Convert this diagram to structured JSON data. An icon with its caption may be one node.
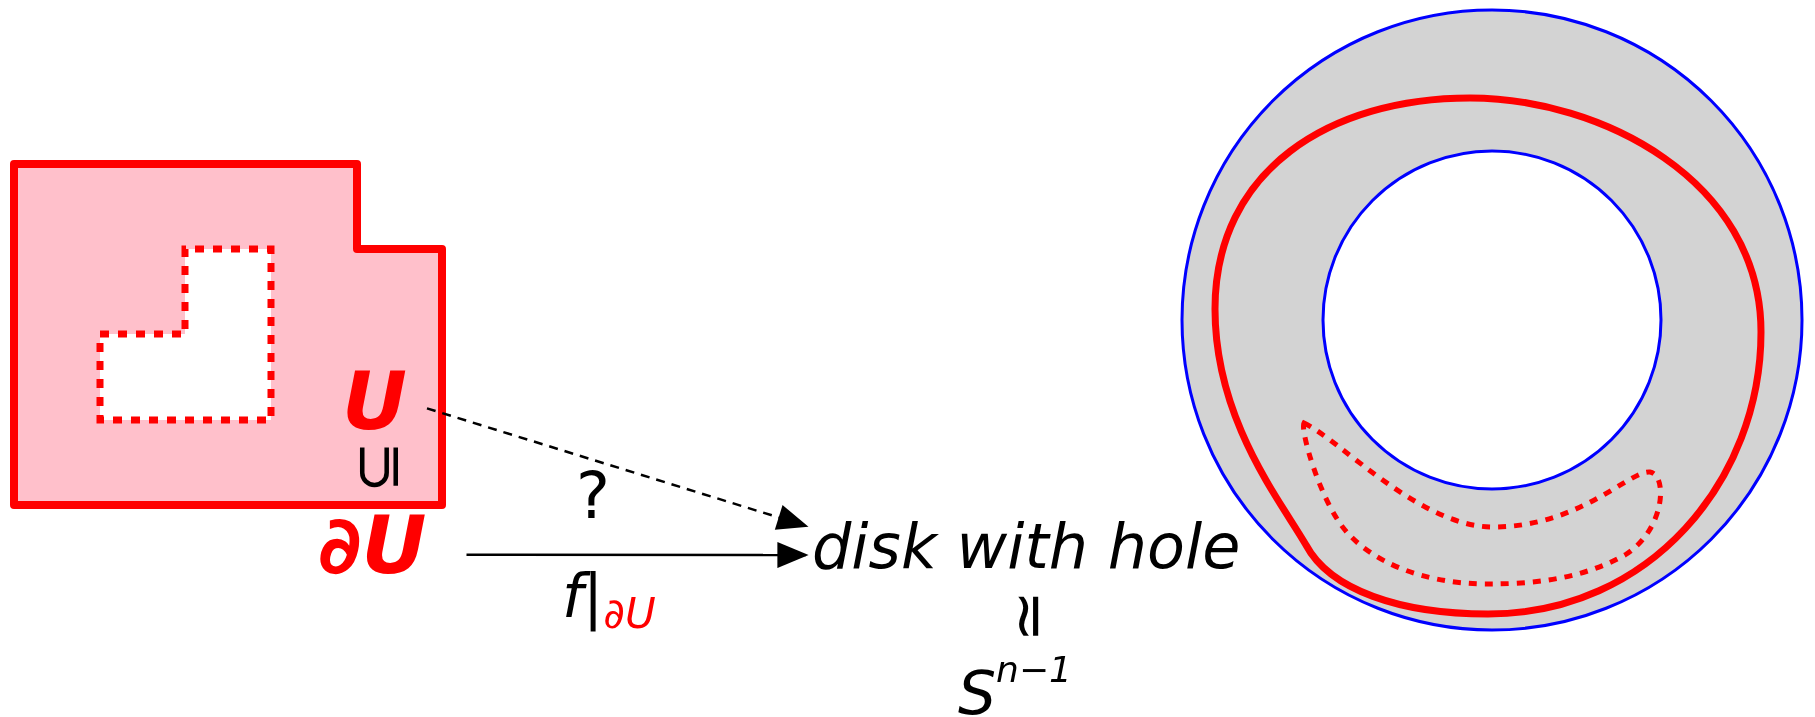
{
  "diagram": {
    "nodes": [
      {
        "text": [
          "U"
        ]
      },
      {
        "text": [
          "∂U"
        ]
      },
      {
        "text": [
          "disk with hole"
        ]
      }
    ],
    "edges": [
      {
        "from": 0,
        "to": 2,
        "arrow": "to",
        "label": "?",
        "style": "dashed"
      },
      {
        "from": 1,
        "to": 2,
        "arrow": "to",
        "label": "f|$_{∂U}$"
      }
    ],
    "labels": [
      "⊆",
      "≃",
      "S$^{n−1}$"
    ]
  }
}
